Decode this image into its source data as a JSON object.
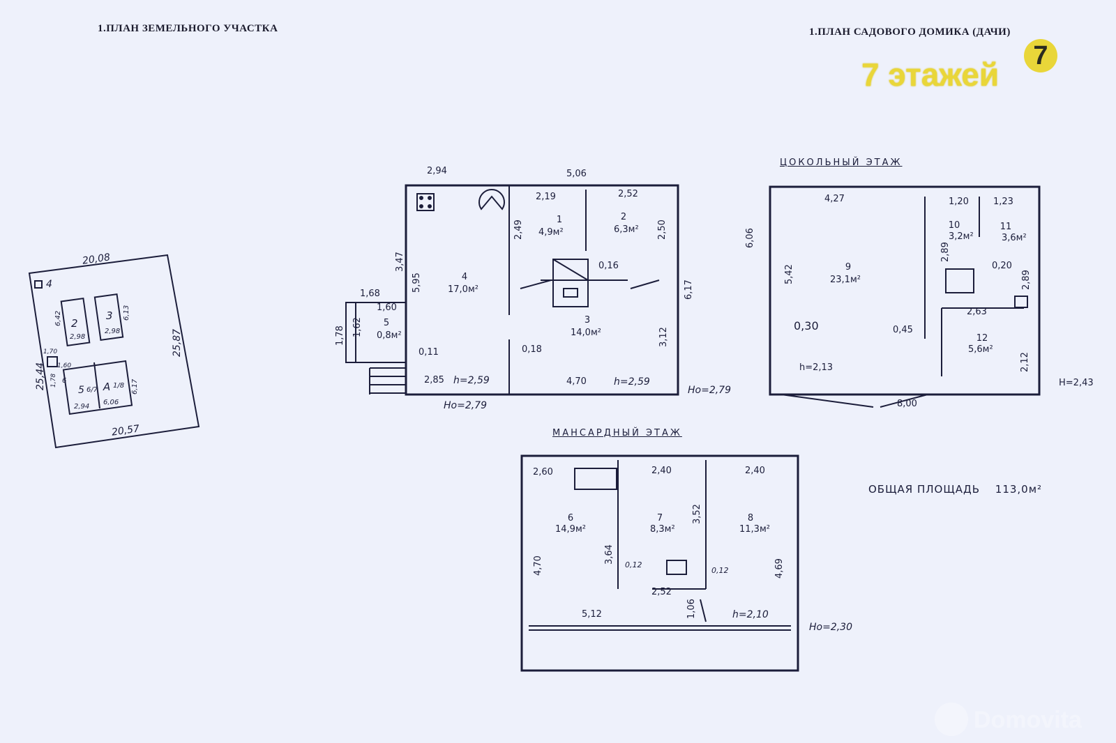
{
  "header": {
    "land_plan_title": "1.ПЛАН ЗЕМЕЛЬНОГО УЧАСТКА",
    "house_plan_title": "1.ПЛАН САДОВОГО ДОМИКА (ДАЧИ)"
  },
  "brand": {
    "label": "7 этажей",
    "badge": "7",
    "watermark": "Domovita"
  },
  "land_plot": {
    "top": "20,08",
    "right": "25,87",
    "bottom": "20,57",
    "left": "25,44",
    "b2_num": "2",
    "b2_w": "2,98",
    "b2_h": "6,42",
    "b3_num": "3",
    "b3_w": "2,98",
    "b3_h": "6,13",
    "b4_mark": "4",
    "bA_num": "А",
    "bA_frac": "1/8",
    "bA_w": "6,06",
    "bA_h": "6,17",
    "b5_num": "5",
    "b5_frac": "6/7",
    "b5_w": "2,94",
    "b6_num": "6",
    "small_a": "1,70",
    "small_b": "1,60",
    "small_c": "1,78"
  },
  "ground_floor": {
    "top_left": "2,94",
    "top_right": "5,06",
    "w_1_68": "1,68",
    "w_1_60": "1,60",
    "h_1_78": "1,78",
    "h_1_62": "1,62",
    "h_3_47": "3,47",
    "h_5_95": "5,95",
    "r1_w": "2,19",
    "r1_h": "2,49",
    "r2_w": "2,52",
    "r2_h": "2,50",
    "wall_016": "0,16",
    "right_total": "6,17",
    "r3_h": "3,12",
    "w_011": "0,11",
    "w_018": "0,18",
    "bottom_left": "2,85",
    "h_left": "h=2,59",
    "bottom_right": "4,70",
    "h_right": "h=2,59",
    "Ho_right": "Но=2,79",
    "Ho_bottom": "Но=2,79",
    "rooms": [
      {
        "num": "1",
        "area": "4,9м²"
      },
      {
        "num": "2",
        "area": "6,3м²"
      },
      {
        "num": "3",
        "area": "14,0м²"
      },
      {
        "num": "4",
        "area": "17,0м²"
      },
      {
        "num": "5",
        "area": "0,8м²"
      }
    ]
  },
  "basement": {
    "title": "ЦОКОЛЬНЫЙ ЭТАЖ",
    "w_4_27": "4,27",
    "w_1_20": "1,20",
    "w_1_23": "1,23",
    "h_6_06": "6,06",
    "h_5_42": "5,42",
    "h_2_89a": "2,89",
    "h_2_89b": "2,89",
    "w_0_20": "0,20",
    "w_2_63": "2,63",
    "w_0_30": "0,30",
    "w_0_45": "0,45",
    "h_2_12": "2,12",
    "h_val": "h=2,13",
    "H_val": "H=2,43",
    "bottom": "8,00",
    "rooms": [
      {
        "num": "9",
        "area": "23,1м²"
      },
      {
        "num": "10",
        "area": "3,2м²"
      },
      {
        "num": "11",
        "area": "3,6м²"
      },
      {
        "num": "12",
        "area": "5,6м²"
      }
    ]
  },
  "attic": {
    "title": "МАНСАРДНЫЙ ЭТАЖ",
    "w_2_60": "2,60",
    "w_2_40a": "2,40",
    "w_2_40b": "2,40",
    "h_3_52": "3,52",
    "h_4_70": "4,70",
    "h_3_64": "3,64",
    "h_4_69": "4,69",
    "w_012a": "0,12",
    "w_012b": "0,12",
    "w_2_52": "2,52",
    "h_1_06": "1,06",
    "w_5_12": "5,12",
    "h_val": "h=2,10",
    "Ho_val": "Но=2,30",
    "rooms": [
      {
        "num": "6",
        "area": "14,9м²"
      },
      {
        "num": "7",
        "area": "8,3м²"
      },
      {
        "num": "8",
        "area": "11,3м²"
      }
    ]
  },
  "total": {
    "label": "ОБЩАЯ ПЛОЩАДЬ",
    "value": "113,0м²"
  }
}
